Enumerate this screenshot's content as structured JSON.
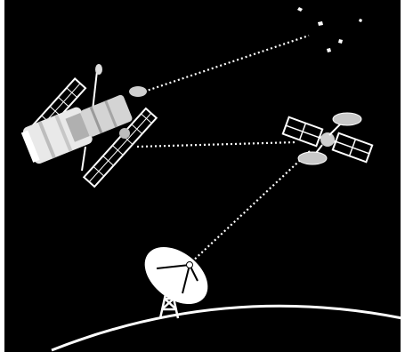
{
  "scene": {
    "background_color": "#000000",
    "frame_color": "#ffffff",
    "line_color": "#ffffff",
    "link_style": "dotted",
    "relay_panel_color": "#ffffff",
    "relay_antenna_color": "#c8c8c8",
    "dish_color": "#ffffff"
  },
  "elements": {
    "stars": {
      "count": 5
    },
    "space_telescope": {
      "icon": "hubble-telescope-icon"
    },
    "relay_satellite": {
      "icon": "tdrs-satellite-icon"
    },
    "ground_station": {
      "icon": "satellite-dish-icon"
    },
    "earth_horizon": {
      "icon": "earth-curve"
    }
  },
  "links": [
    {
      "from": "space_telescope",
      "to": "stars"
    },
    {
      "from": "space_telescope",
      "to": "relay_satellite"
    },
    {
      "from": "relay_satellite",
      "to": "ground_station"
    }
  ]
}
